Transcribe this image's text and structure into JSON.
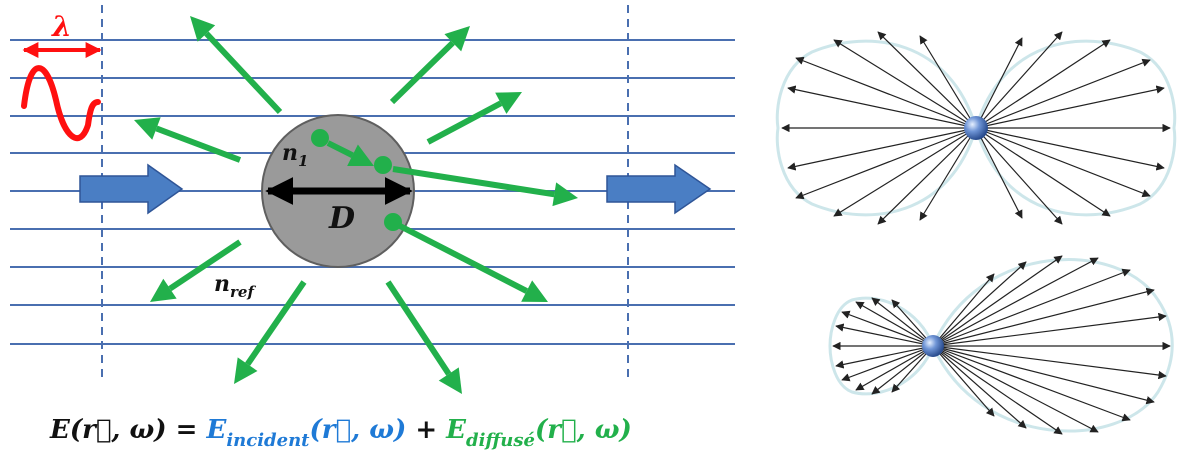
{
  "labels": {
    "wavelength": "λ",
    "diameter": "D",
    "n_particle_base": "n",
    "n_particle_sub": "1",
    "n_medium_base": "n",
    "n_medium_sub": "ref"
  },
  "equation": {
    "lhs": "E(r⃗, ω) = ",
    "incident_base": "E",
    "incident_sub": "incident",
    "incident_args": "(r⃗, ω)",
    "plus": " + ",
    "diffuse_base": "E",
    "diffuse_sub": "diffusé",
    "diffuse_args": "(r⃗, ω)"
  },
  "colors": {
    "wave_line": "#4a6fb0",
    "incident_arrow": "#4a7ec4",
    "scatter_arrow": "#22b04b",
    "wavelength": "#ff1010",
    "particle": "#9a9a9a",
    "equation_incident": "#1f7ad6",
    "equation_diffuse": "#22b04b",
    "lobe_outline": "#cde6ea",
    "ray": "#222222"
  }
}
